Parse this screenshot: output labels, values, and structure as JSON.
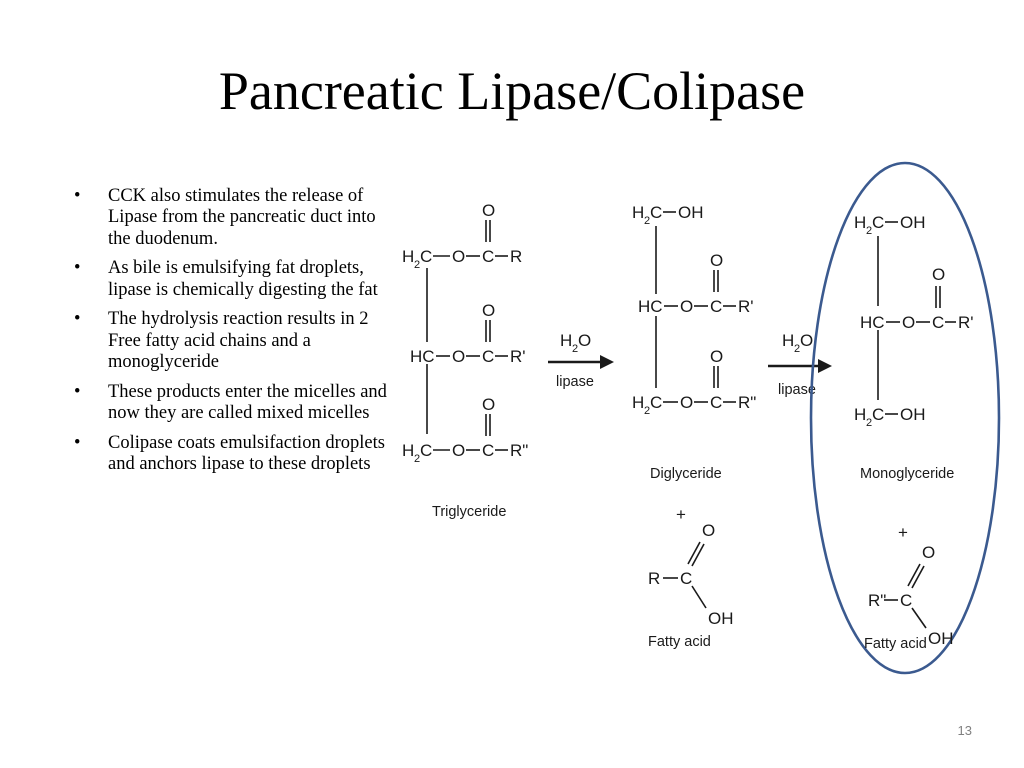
{
  "slide": {
    "title": "Pancreatic Lipase/Colipase",
    "page_number": "13"
  },
  "bullets": [
    "CCK also stimulates the release of Lipase from the pancreatic duct into the duodenum.",
    "As bile is emulsifying  fat droplets, lipase is chemically digesting the fat",
    "The hydrolysis reaction results in 2 Free fatty acid chains and a monoglyceride",
    "These products enter the micelles and now they are called mixed micelles",
    "Colipase coats emulsifaction droplets and anchors lipase to these droplets"
  ],
  "diagram": {
    "reagent_water": "H",
    "reagent_water_sub": "2",
    "reagent_water_o": "O",
    "reagent_enzyme": "lipase",
    "highlight_color": "#3b5a8f",
    "molecules": {
      "triglyceride": "Triglyceride",
      "diglyceride": "Diglyceride",
      "monoglyceride": "Monoglyceride",
      "fatty_acid_1": "Fatty acid",
      "fatty_acid_2": "Fatty acid"
    },
    "atoms": {
      "h": "H",
      "two": "2",
      "c": "C",
      "o": "O",
      "oh": "OH",
      "hc": "HC",
      "r": "R",
      "r1": "R'",
      "r2": "R\"",
      "plus": "+"
    }
  }
}
